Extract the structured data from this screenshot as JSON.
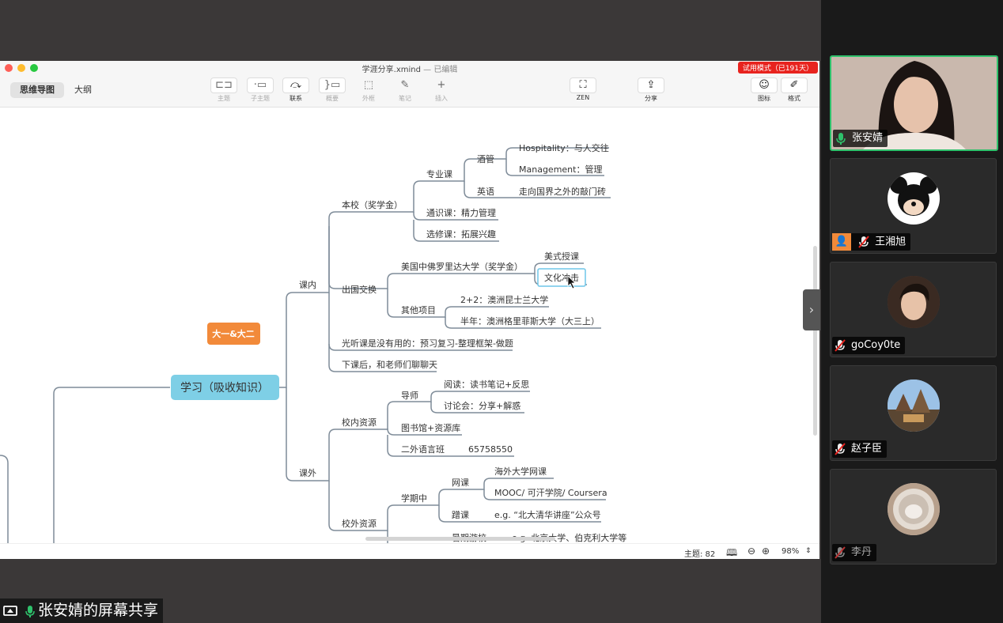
{
  "window": {
    "doc_title": "学涯分享.xmind",
    "status": "— 已编辑",
    "trial_badge": "试用模式（已191天）"
  },
  "view_tabs": [
    "思维导图",
    "大纲"
  ],
  "tools": {
    "topic": "主题",
    "subtopic": "子主题",
    "relationship": "联系",
    "summary": "概要",
    "boundary": "外框",
    "note": "笔记",
    "insert": "插入",
    "zen": "ZEN",
    "share": "分享",
    "icon": "图标",
    "format": "格式"
  },
  "mindmap": {
    "floating": "大一&大二",
    "central": "学习（吸收知识）",
    "nodes": {
      "course_in": "课内",
      "course_out": "课外",
      "home_school": "本校（奖学金）",
      "major": "专业课",
      "hotel": "酒管",
      "hospitality": "Hospitality：与人交往",
      "management": "Management：管理",
      "english": "英语",
      "english_desc": "走向国界之外的敲门砖",
      "general": "通识课：精力管理",
      "elective": "选修课：拓展兴趣",
      "exchange": "出国交换",
      "florida": "美国中佛罗里达大学（奖学金）",
      "american_teaching": "美式授课",
      "culture_shock": "文化冲击",
      "other_projects": "其他项目",
      "queensland": "2+2：澳洲昆士兰大学",
      "griffith": "半年：澳洲格里菲斯大学（大三上）",
      "listen": "光听课是没有用的：预习复习-整理框架-做题",
      "chat": "下课后，和老师们聊聊天",
      "on_campus": "校内资源",
      "mentor": "导师",
      "reading": "阅读：读书笔记+反思",
      "seminar": "讨论会：分享+解惑",
      "library": "图书馆+资源库",
      "language_class": "二外语言班",
      "phone": "65758550",
      "off_campus": "校外资源",
      "semester": "学期中",
      "online_course": "网课",
      "overseas_online": "海外大学网课",
      "mooc": "MOOC/ 可汗学院/ Coursera",
      "audit": "蹭课",
      "audit_example": "e.g. “北大清华讲座”公众号",
      "summer": "暑期游校",
      "summer_example": "e.g. 北京大学、伯克利大学等"
    }
  },
  "statusbar": {
    "topics": "主题: 82",
    "zoom": "98%"
  },
  "participants": [
    {
      "name": "张安婧",
      "mic": "on",
      "speaking": true
    },
    {
      "name": "王湘旭",
      "mic": "muted"
    },
    {
      "name": "goCoy0te",
      "mic": "muted"
    },
    {
      "name": "赵子臣",
      "mic": "muted"
    },
    {
      "name": "李丹",
      "mic": "muted"
    }
  ],
  "share_label": "张安婧的屏幕共享",
  "colors": {
    "central_fill": "#7ecfe6",
    "floating_fill": "#f28a3a",
    "speaking_border": "#2ec16b",
    "mic_on": "#2ec16b",
    "trial_red": "#e8231e",
    "line": "#7f8c99"
  }
}
